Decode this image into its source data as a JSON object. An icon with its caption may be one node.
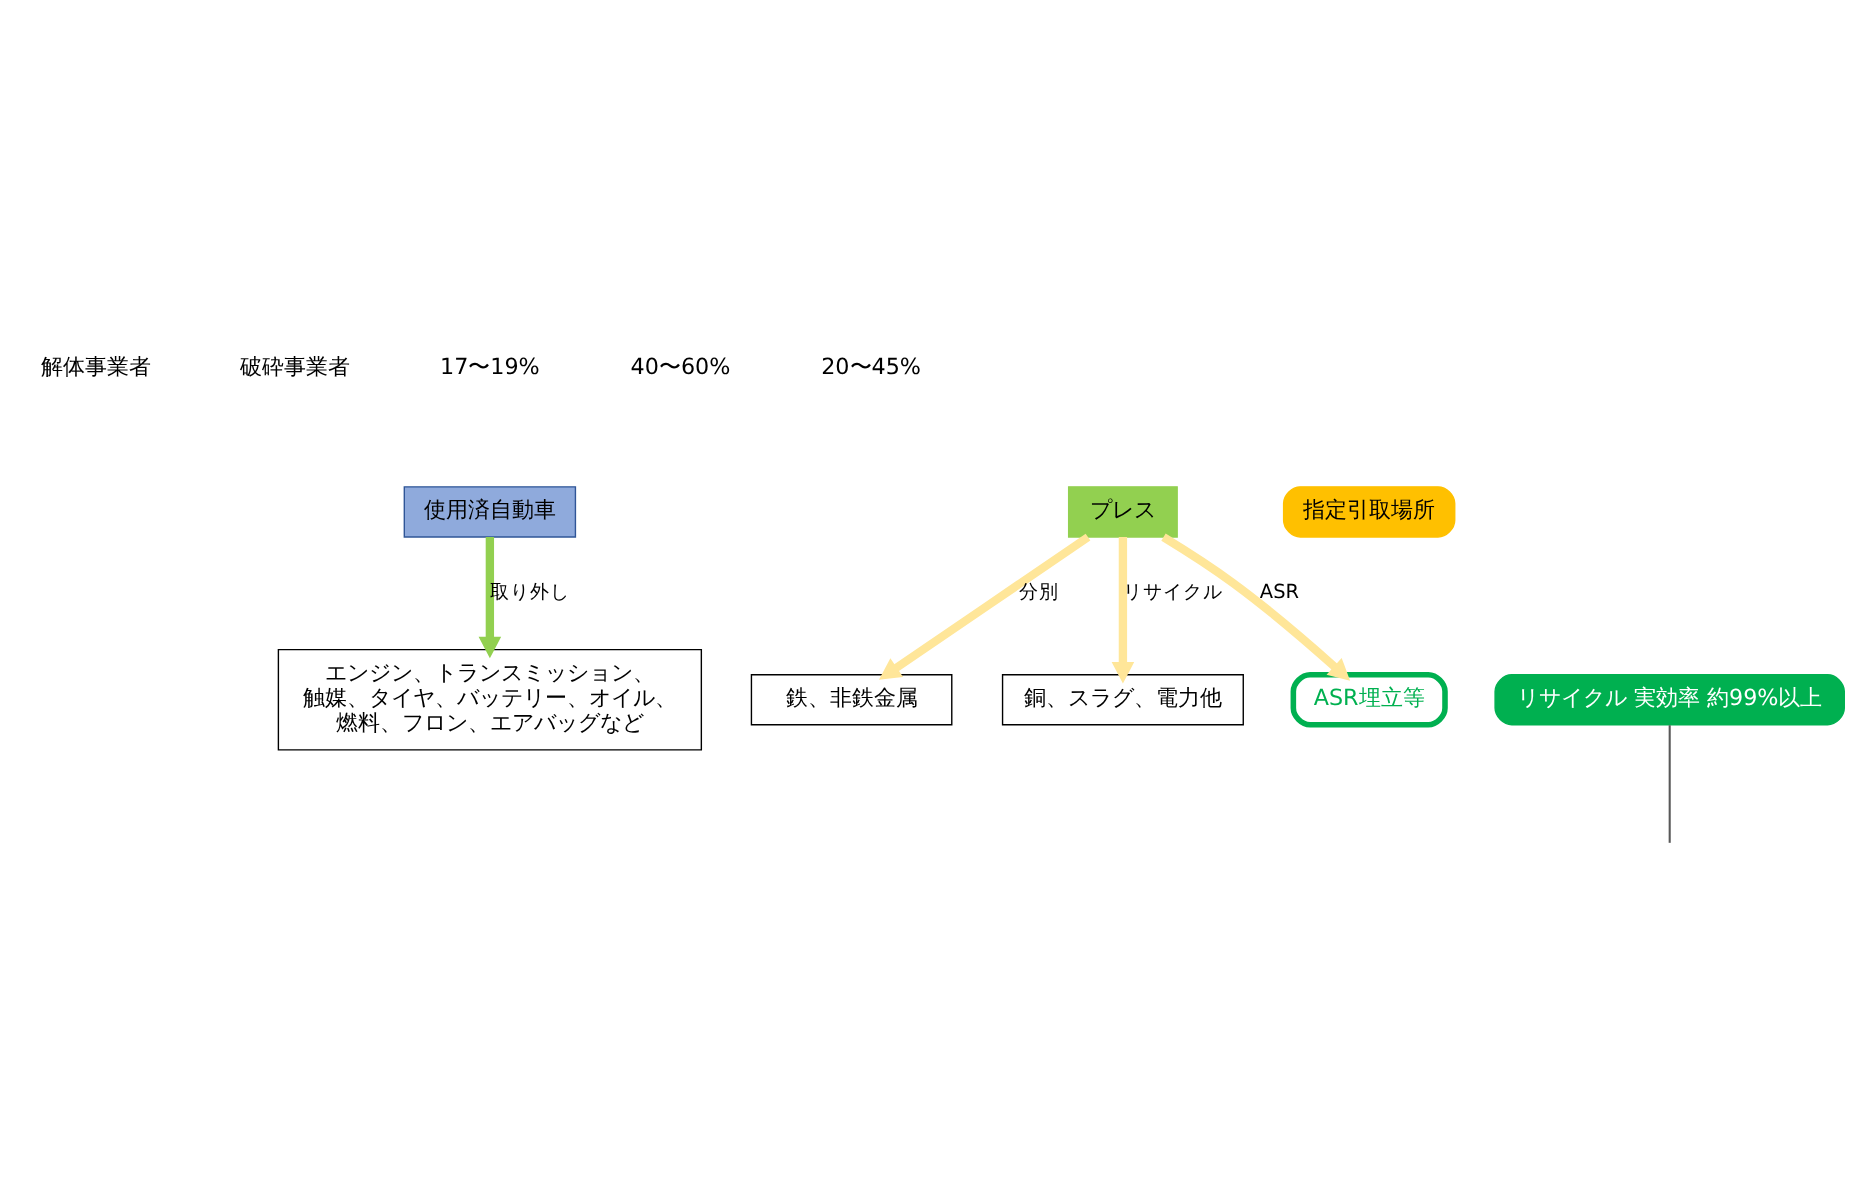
{
  "diagram": {
    "nodes": [
      {
        "text": [
          "使用済自動車"
        ]
      },
      {
        "text": [
          "プレス"
        ]
      },
      {
        "text": [
          "指定引取場所"
        ]
      },
      {
        "text": [
          "ASR埋立等"
        ]
      },
      {
        "text": [
          "リサイクル 実効率 約99%以上"
        ]
      },
      {
        "text": [
          "エンジン、トランスミッション、触媒、タイヤ、バッテリー、オイル、燃料、フロン、エアバッグなど"
        ]
      },
      {
        "text": [
          "鉄、非鉄金属"
        ]
      },
      {
        "text": [
          "銅、スラグ、電力他"
        ]
      }
    ],
    "edges": [
      {
        "from": 1,
        "to": 3,
        "arrow": "to",
        "label": "ASR"
      },
      {
        "from": 1,
        "to": 6,
        "arrow": "to",
        "label": "分別"
      },
      {
        "from": 0,
        "to": 5,
        "arrow": "to",
        "label": "取り外し",
        "color": "#92d050"
      },
      {
        "from": 1,
        "to": 7,
        "arrow": "to",
        "label": "リサイクル"
      },
      {
        "from": 4,
        "to": null,
        "arrow": "none",
        "color": "#595959"
      }
    ],
    "labels": [
      "解体事業者",
      "破砕事業者",
      "17〜19%",
      "40〜60%",
      "20〜45%"
    ]
  }
}
